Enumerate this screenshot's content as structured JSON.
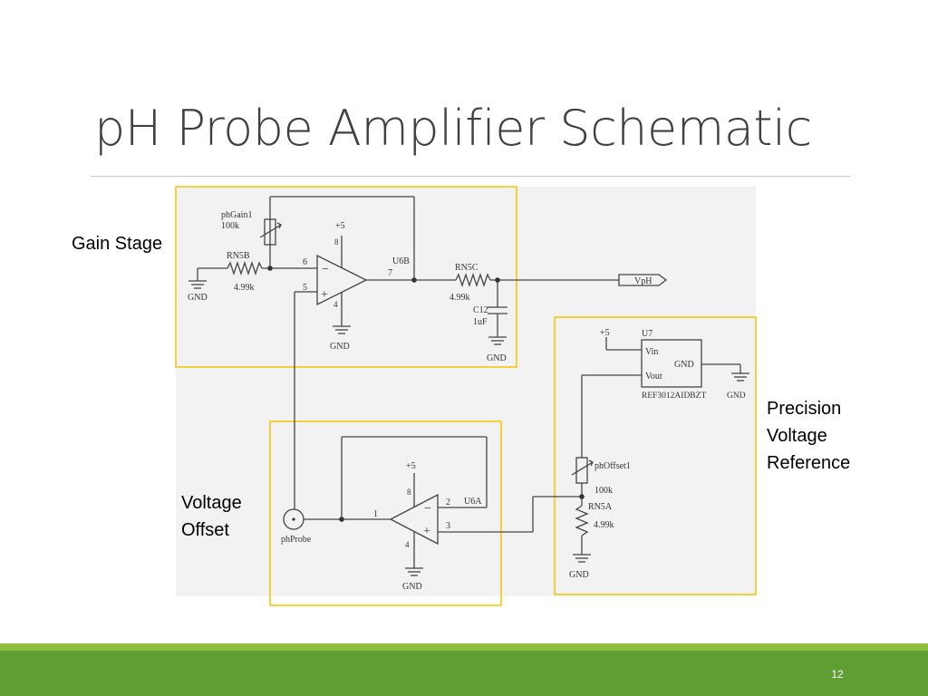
{
  "slide": {
    "title": "pH Probe Amplifier Schematic",
    "page_number": "12"
  },
  "labels": {
    "gain_stage": "Gain Stage",
    "voltage_offset_line1": "Voltage",
    "voltage_offset_line2": "Offset",
    "precision_line1": "Precision",
    "precision_line2": "Voltage",
    "precision_line3": "Reference"
  },
  "schematic": {
    "phgain_name": "phGain1",
    "phgain_value": "100k",
    "rn5b_name": "RN5B",
    "rn5b_value": "4.99k",
    "rn5c_name": "RN5C",
    "rn5c_value": "4.99k",
    "c12_name": "C12",
    "c12_value": "1uF",
    "u6b_name": "U6B",
    "u6a_name": "U6A",
    "u7_name": "U7",
    "u7_part": "REF3012AIDBZT",
    "vin_pin": "Vin",
    "vout_pin": "Vout",
    "gnd_pin": "GND",
    "gnd_label": "GND",
    "plus5_label": "+5",
    "vph_label": "VpH",
    "phprobe_label": "phProbe",
    "phoffset_name": "phOffset1",
    "phoffset_value": "100k",
    "rn5a_name": "RN5A",
    "rn5a_value": "4.99k",
    "pin_1": "1",
    "pin_2": "2",
    "pin_3": "3",
    "pin_4": "4",
    "pin_5": "5",
    "pin_6": "6",
    "pin_7": "7",
    "pin_8": "8",
    "minus_sign": "−",
    "plus_sign": "+"
  },
  "colors": {
    "highlight_box": "#f5c400",
    "footer_green": "#5f9e32",
    "footer_light_green": "#8cbd3d",
    "title_text": "#404040"
  }
}
